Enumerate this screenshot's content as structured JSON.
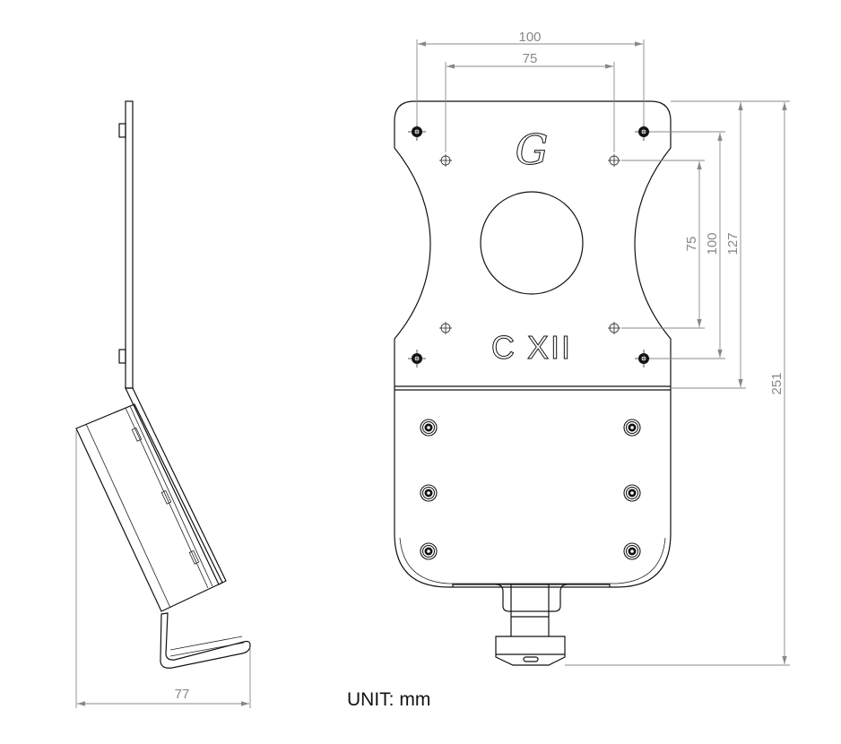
{
  "drawing": {
    "unit_label": "UNIT: mm",
    "plate_marking": "C XII",
    "logo_letter": "G",
    "dimensions": {
      "top_outer": "100",
      "top_inner": "75",
      "right_inner": "75",
      "right_mid": "100",
      "right_outer": "127",
      "overall_height": "251",
      "side_depth": "77"
    },
    "colors": {
      "line": "#111111",
      "dimension": "#888888"
    }
  }
}
